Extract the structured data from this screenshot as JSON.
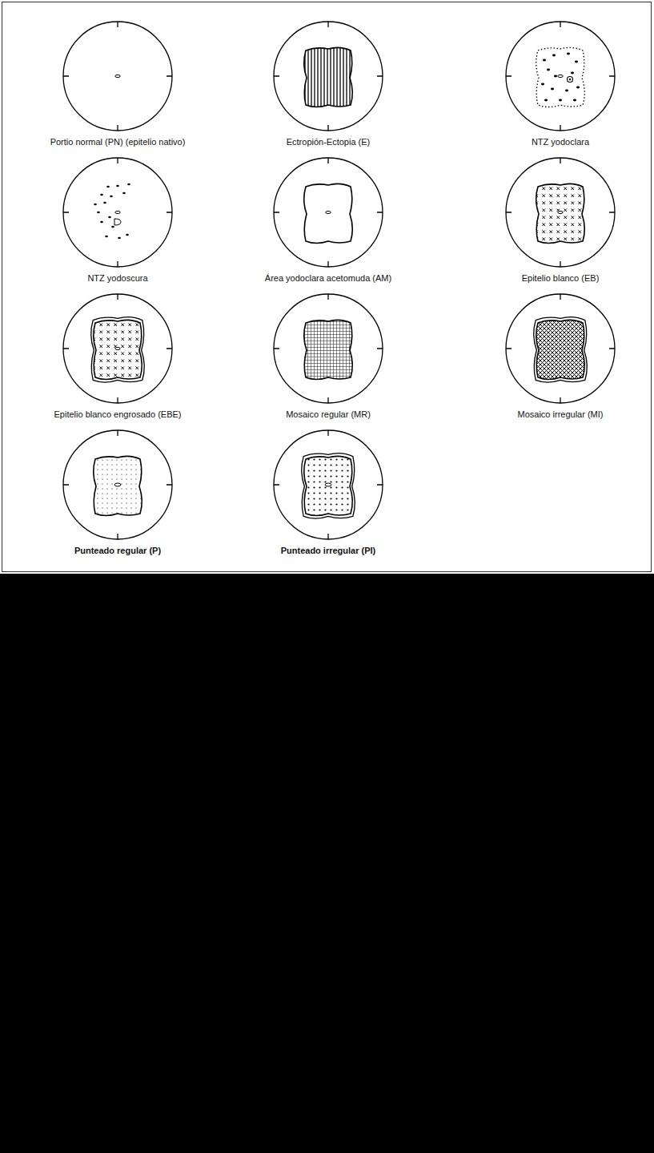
{
  "diagram": {
    "nodes": [
      {
        "text": [
          "Portio normal (PN) (epitelio nativo)"
        ]
      },
      {
        "text": [
          "Ectropión-Ectopia (E)"
        ]
      },
      {
        "text": [
          "NTZ yodoclara"
        ]
      },
      {
        "text": [
          "NTZ yodoscura"
        ]
      },
      {
        "text": [
          "Área yodoclara acetomuda (AM)"
        ]
      },
      {
        "text": [
          "Epitelio blanco (EB)"
        ]
      },
      {
        "text": [
          "Epitelio blanco engrosado (EBE)"
        ]
      },
      {
        "text": [
          "Mosaico regular (MR)"
        ]
      },
      {
        "text": [
          "Mosaico irregular (MI)"
        ]
      },
      {
        "text": [
          "Punteado regular (P)"
        ]
      },
      {
        "text": [
          "Punteado irregular (PI)"
        ]
      }
    ]
  }
}
